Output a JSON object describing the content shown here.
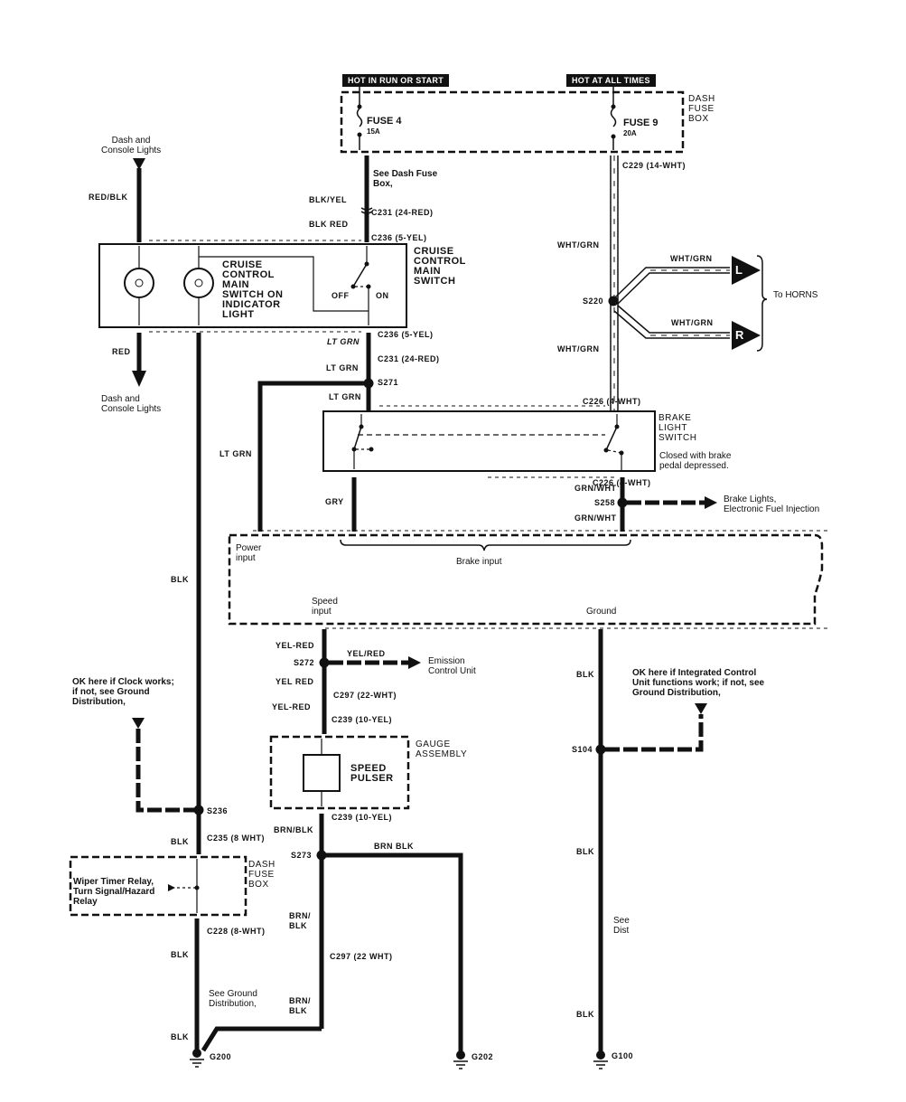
{
  "power_sources": {
    "hot_run_start": "HOT IN RUN OR START",
    "hot_all_times": "HOT AT ALL TIMES"
  },
  "dash_fuse_box_top": {
    "label": "DASH\nFUSE\nBOX",
    "fuse4": {
      "name": "FUSE 4",
      "rating": "15A"
    },
    "fuse9": {
      "name": "FUSE 9",
      "rating": "20A"
    }
  },
  "notes": {
    "see_dash_fuse": "See Dash Fuse\nBox,",
    "dash_console_top": "Dash and\nConsole Lights",
    "dash_console_bottom": "Dash and\nConsole Lights",
    "to_horns": "To HORNS",
    "brake_closed": "Closed with brake\npedal depressed.",
    "brake_lights_efi": "Brake Lights,\nElectronic Fuel Injection",
    "emission": "Emission\nControl Unit",
    "ok_clock": "OK here if Clock works;\nif not, see Ground\nDistribution,",
    "ok_icu": "OK here if Integrated Control\nUnit functions work; if not, see\nGround Distribution,",
    "see_ground_dist": "See Ground\nDistribution,",
    "see_dist": "See\nDist"
  },
  "components": {
    "cruise_main_switch": "CRUISE\nCONTROL\nMAIN\nSWITCH",
    "indicator_light": "CRUISE\nCONTROL\nMAIN\nSWITCH ON\nINDICATOR\nLIGHT",
    "off": "OFF",
    "on": "ON",
    "brake_light_switch": "BRAKE\nLIGHT\nSWITCH",
    "power_input": "Power\ninput",
    "brake_input": "Brake input",
    "speed_input": "Speed\ninput",
    "ground": "Ground",
    "gauge_assembly": "GAUGE\nASSEMBLY",
    "speed_pulser": "SPEED\nPULSER",
    "dash_fuse_box_bottom": "DASH\nFUSE\nBOX",
    "wiper_relay": "Wiper Timer Relay,\nTurn Signal/Hazard\nRelay",
    "horn_left": "L",
    "horn_right": "R"
  },
  "connectors": {
    "c229": "C229 (14-WHT)",
    "c231_top": "C231 (24-RED)",
    "c236_top": "C236 (5-YEL)",
    "c236_bottom": "C236 (5-YEL)",
    "c231_bottom": "C231 (24-RED)",
    "c226_top": "C226 (4-WHT)",
    "c226_bottom": "C226 (4-WHT)",
    "c297_top": "C297 (22-WHT)",
    "c239_top": "C239 (10-YEL)",
    "c239_bottom": "C239 (10-YEL)",
    "c235": "C235 (8 WHT)",
    "c228": "C228 (8-WHT)",
    "c297_bottom": "C297 (22 WHT)"
  },
  "splices": {
    "s220": "S220",
    "s271": "S271",
    "s258": "S258",
    "s272": "S272",
    "s104": "S104",
    "s236": "S236",
    "s273": "S273"
  },
  "grounds": {
    "g200": "G200",
    "g202": "G202",
    "g100": "G100"
  },
  "wire_colors": {
    "blk_yel": "BLK/YEL",
    "blk_red": "BLK RED",
    "red_blk": "RED/BLK",
    "red": "RED",
    "wht_grn_1": "WHT/GRN",
    "wht_grn_2": "WHT/GRN",
    "wht_grn_l": "WHT/GRN",
    "wht_grn_r": "WHT/GRN",
    "lt_grn_1": "LT GRN",
    "lt_grn_2": "LT GRN",
    "lt_grn_3": "LT GRN",
    "lt_grn_4": "LT GRN",
    "gry": "GRY",
    "grn_wht_1": "GRN/WHT",
    "grn_wht_2": "GRN/WHT",
    "blk_1": "BLK",
    "yel_red_1": "YEL-RED",
    "yel_red_branch": "YEL/RED",
    "yel_red_2": "YEL RED",
    "yel_red_3": "YEL-RED",
    "blk_2": "BLK",
    "brn_blk_1": "BRN/BLK",
    "brn_blk_2": "BRN BLK",
    "blk_3": "BLK",
    "blk_4": "BLK",
    "brn_blk_3": "BRN/\nBLK",
    "blk_5": "BLK",
    "brn_blk_4": "BRN/\nBLK",
    "blk_6": "BLK",
    "blk_7": "BLK",
    "blk_8": "BLK"
  }
}
